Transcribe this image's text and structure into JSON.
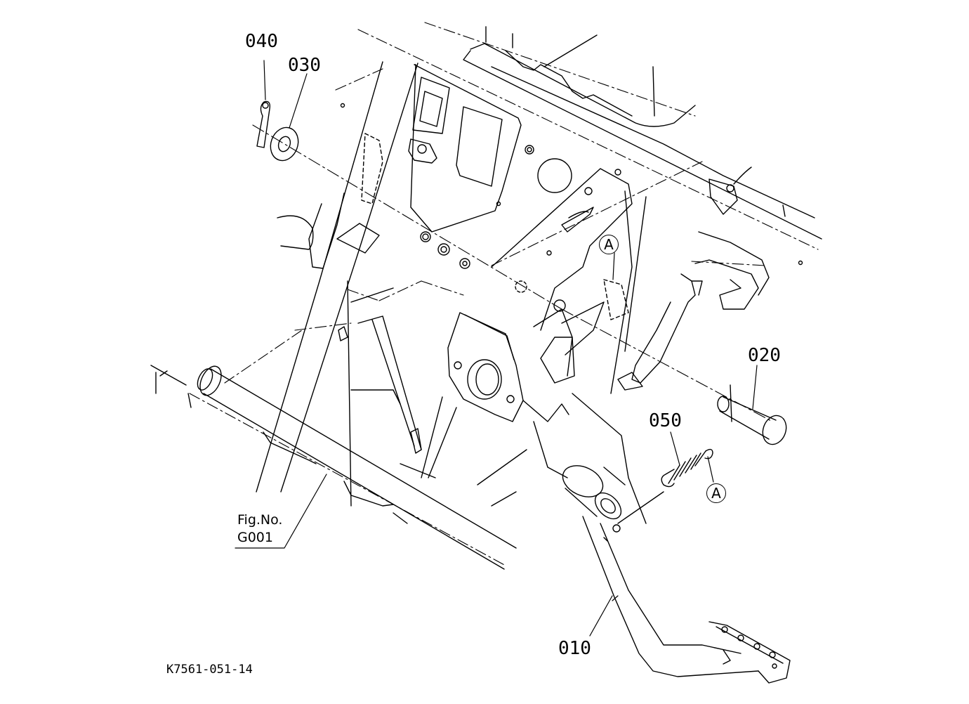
{
  "parts": [
    {
      "id": "p010",
      "number": "010"
    },
    {
      "id": "p020",
      "number": "020"
    },
    {
      "id": "p030",
      "number": "030"
    },
    {
      "id": "p040",
      "number": "040"
    },
    {
      "id": "p050",
      "number": "050"
    }
  ],
  "figure_reference": {
    "line1": "Fig.No.",
    "line2": "G001"
  },
  "detail_marker": "A",
  "drawing_number": "K7561-051-14",
  "colors": {
    "line": "#000000",
    "background": "#ffffff"
  }
}
